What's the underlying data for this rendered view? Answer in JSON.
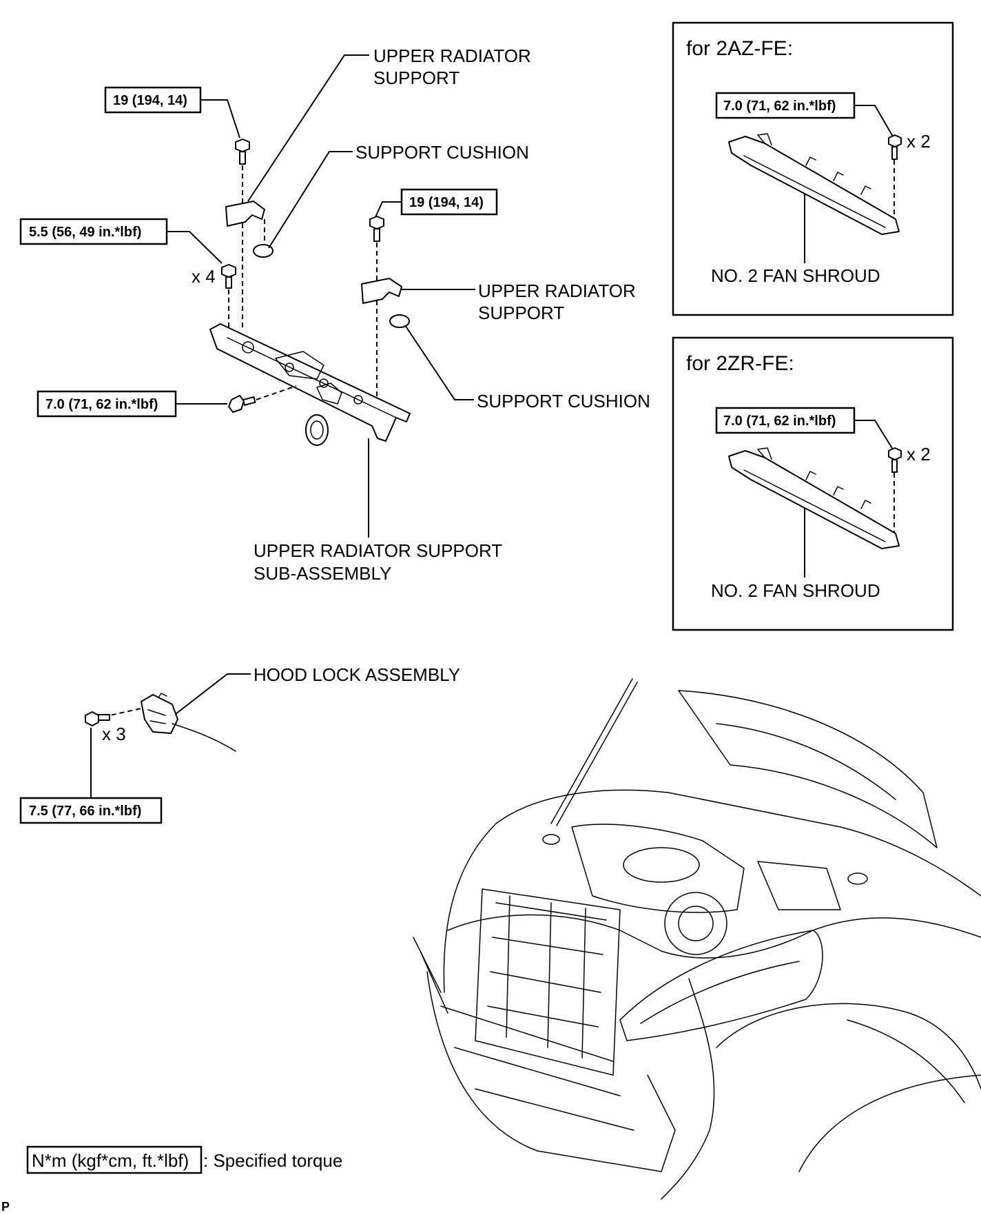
{
  "main": {
    "labels": {
      "upper_radiator_support_1": [
        "UPPER RADIATOR",
        "SUPPORT"
      ],
      "support_cushion_1": "SUPPORT CUSHION",
      "upper_radiator_support_2": [
        "UPPER RADIATOR",
        "SUPPORT"
      ],
      "support_cushion_2": "SUPPORT CUSHION",
      "sub_assembly": [
        "UPPER RADIATOR SUPPORT",
        "SUB-ASSEMBLY"
      ],
      "hood_lock": "HOOD LOCK ASSEMBLY"
    },
    "torques": {
      "t1": "19 (194, 14)",
      "t2": "19 (194, 14)",
      "t3": "5.5 (56, 49 in.*lbf)",
      "t4": "7.0 (71, 62 in.*lbf)",
      "t5": "7.5 (77, 66 in.*lbf)"
    },
    "counts": {
      "x4": "x 4",
      "x3": "x 3"
    }
  },
  "panels": [
    {
      "title": "for 2AZ-FE:",
      "torque": "7.0 (71, 62 in.*lbf)",
      "count": "x 2",
      "part": "NO. 2 FAN SHROUD"
    },
    {
      "title": "for 2ZR-FE:",
      "torque": "7.0 (71, 62 in.*lbf)",
      "count": "x 2",
      "part": "NO. 2 FAN SHROUD"
    }
  ],
  "legend": {
    "unit": "N*m (kgf*cm, ft.*lbf)",
    "text": ": Specified torque"
  },
  "footer": {
    "mark": "P"
  }
}
